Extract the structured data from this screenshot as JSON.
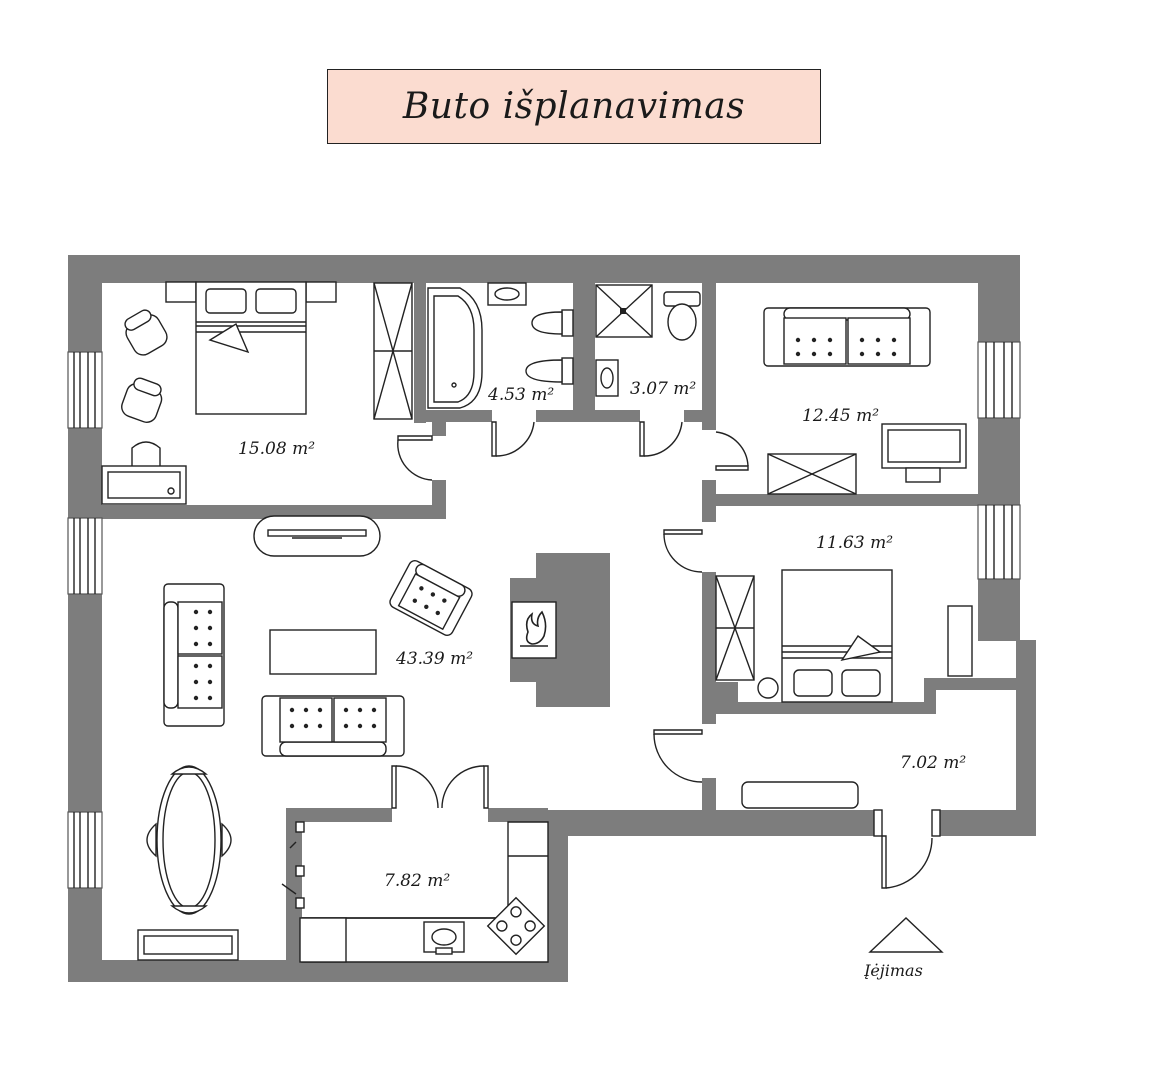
{
  "title": "Buto išplanavimas",
  "rooms": [
    {
      "id": "bedroom-1",
      "area": "15.08 m²"
    },
    {
      "id": "bathroom-1",
      "area": "4.53 m²"
    },
    {
      "id": "bathroom-2",
      "area": "3.07 m²"
    },
    {
      "id": "room-12",
      "area": "12.45 m²"
    },
    {
      "id": "bedroom-2",
      "area": "11.63 m²"
    },
    {
      "id": "living-room",
      "area": "43.39 m²"
    },
    {
      "id": "hallway",
      "area": "7.02 m²"
    },
    {
      "id": "kitchen",
      "area": "7.82 m²"
    }
  ],
  "entrance_label": "Įėjimas",
  "colors": {
    "wall": "#7d7d7d",
    "title_bg": "#fbdcd0",
    "line": "#222222"
  }
}
